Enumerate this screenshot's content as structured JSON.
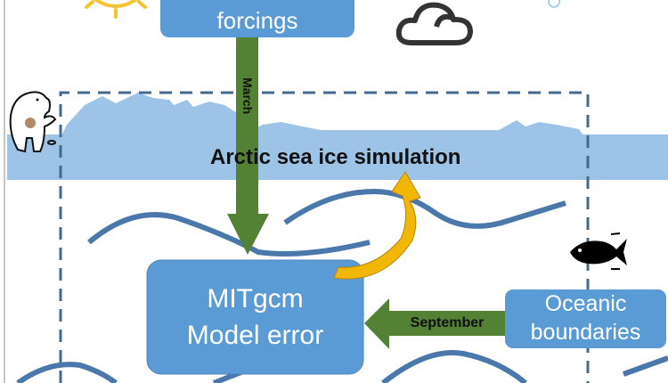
{
  "nodes": {
    "atmospheric": {
      "label": "forcings"
    },
    "simulation": {
      "label": "Arctic sea ice simulation"
    },
    "model": {
      "line1": "MITgcm",
      "line2": "Model error"
    },
    "oceanic": {
      "line1": "Oceanic",
      "line2": "boundaries"
    }
  },
  "edges": {
    "march": {
      "label": "March"
    },
    "september": {
      "label": "September"
    }
  },
  "icons": [
    "sun-icon",
    "cloud-icon",
    "raindrop-icon",
    "polar-bear-icon",
    "fish-icon"
  ],
  "colors": {
    "box": "#5b9bd5",
    "ice": "#9dc3e6",
    "arrow_green": "#548235",
    "arrow_yellow": "#ffc000",
    "wave": "#4a78aa",
    "dash": "#44698f"
  }
}
